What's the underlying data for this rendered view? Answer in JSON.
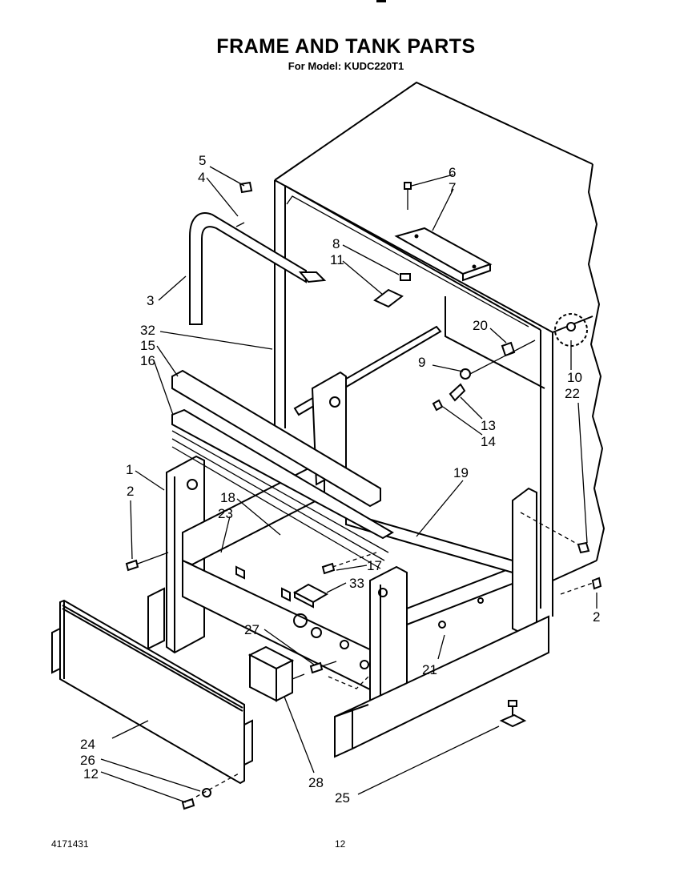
{
  "title": "FRAME AND TANK PARTS",
  "subtitle": "For Model: KUDC220T1",
  "footer": {
    "drawing_number": "4171431",
    "page_number": "12"
  },
  "callouts": {
    "c1": "1",
    "c2a": "2",
    "c2b": "2",
    "c3": "3",
    "c4": "4",
    "c5": "5",
    "c6": "6",
    "c7": "7",
    "c8": "8",
    "c9": "9",
    "c10": "10",
    "c11": "11",
    "c12": "12",
    "c13": "13",
    "c14": "14",
    "c15": "15",
    "c16": "16",
    "c17": "17",
    "c18": "18",
    "c19": "19",
    "c20": "20",
    "c21": "21",
    "c22": "22",
    "c23": "23",
    "c24": "24",
    "c25": "25",
    "c26": "26",
    "c27": "27",
    "c28": "28",
    "c32": "32",
    "c33": "33"
  }
}
